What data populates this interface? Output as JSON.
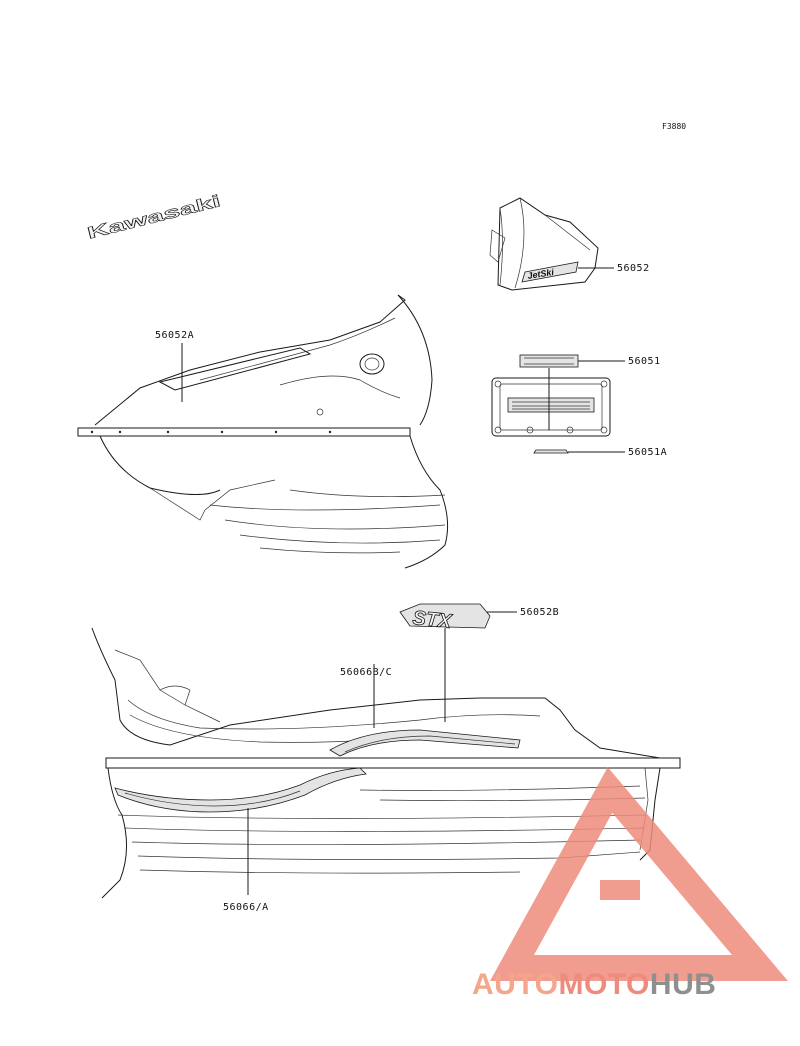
{
  "figure_code": "F3880",
  "callouts": {
    "c56052A": "56052A",
    "c56052": "56052",
    "c56051": "56051",
    "c56051A": "56051A",
    "c56052B": "56052B",
    "c56066BC": "56066B/C",
    "c56066A": "56066/A"
  },
  "decals": {
    "side_logo": "Kawasaki",
    "jetski_logo": "JetSki",
    "model_badge": "STX"
  },
  "watermark": {
    "part1": "AUTO",
    "part2": "MOTO",
    "part3": "HUB",
    "color_light": "#f4a58a",
    "color_mid": "#ee8b7c",
    "color_dark": "#8f8f8f"
  }
}
